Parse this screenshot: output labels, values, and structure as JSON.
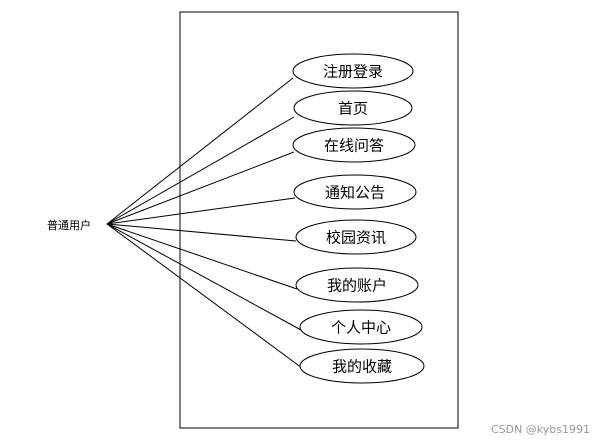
{
  "actor": {
    "label": "普通用户"
  },
  "use_cases": [
    {
      "id": "register-login",
      "label": "注册登录"
    },
    {
      "id": "home",
      "label": "首页"
    },
    {
      "id": "online-qa",
      "label": "在线问答"
    },
    {
      "id": "notice",
      "label": "通知公告"
    },
    {
      "id": "campus-news",
      "label": "校园资讯"
    },
    {
      "id": "my-account",
      "label": "我的账户"
    },
    {
      "id": "personal-center",
      "label": "个人中心"
    },
    {
      "id": "my-favorites",
      "label": "我的收藏"
    }
  ],
  "watermark": "CSDN @kybs1991"
}
